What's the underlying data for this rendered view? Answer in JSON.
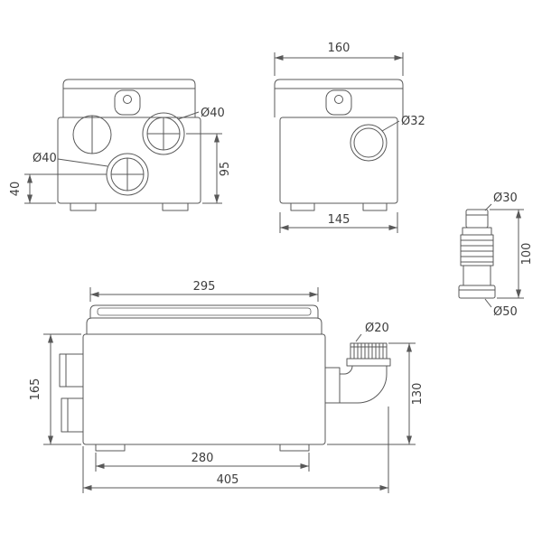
{
  "page": {
    "background": "#ffffff"
  },
  "colors": {
    "line": "#595959",
    "text": "#3d3d3d"
  },
  "drawing": {
    "front_view": {
      "inlet_top_diameter": "Ø40",
      "inlet_front_diameter": "Ø40",
      "dim_inlet_height": "95",
      "dim_front_inlet_height": "40"
    },
    "side_view": {
      "dim_width_top": "160",
      "port_side_diameter": "Ø32",
      "dim_width_bottom": "145"
    },
    "adapter": {
      "dia_top": "Ø30",
      "dim_height": "100",
      "dia_bottom": "Ø50"
    },
    "main_view": {
      "dim_length_top": "295",
      "outlet_diameter": "Ø20",
      "dim_height_body": "165",
      "dim_outlet_height": "130",
      "dim_length_base": "280",
      "dim_length_total": "405"
    }
  }
}
